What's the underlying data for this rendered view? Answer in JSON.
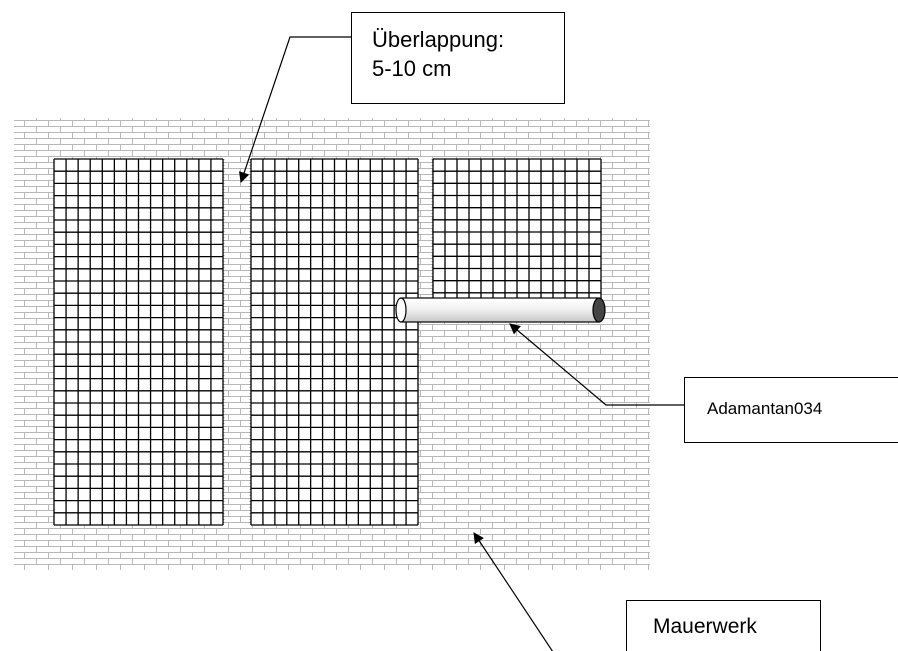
{
  "labels": {
    "overlap_line1": "Überlappung:",
    "overlap_line2": "5-10 cm",
    "rod": "Adamantan034",
    "masonry": "Mauerwerk"
  },
  "colors": {
    "masonry_mortar": "#b8b8b8",
    "mesh_lines": "#000000",
    "rod_fill": "#f2f2f2",
    "rod_end": "#444444",
    "background": "#ffffff"
  },
  "icons": {
    "rod": "cylinder-rod-icon",
    "arrows": "arrowhead"
  }
}
